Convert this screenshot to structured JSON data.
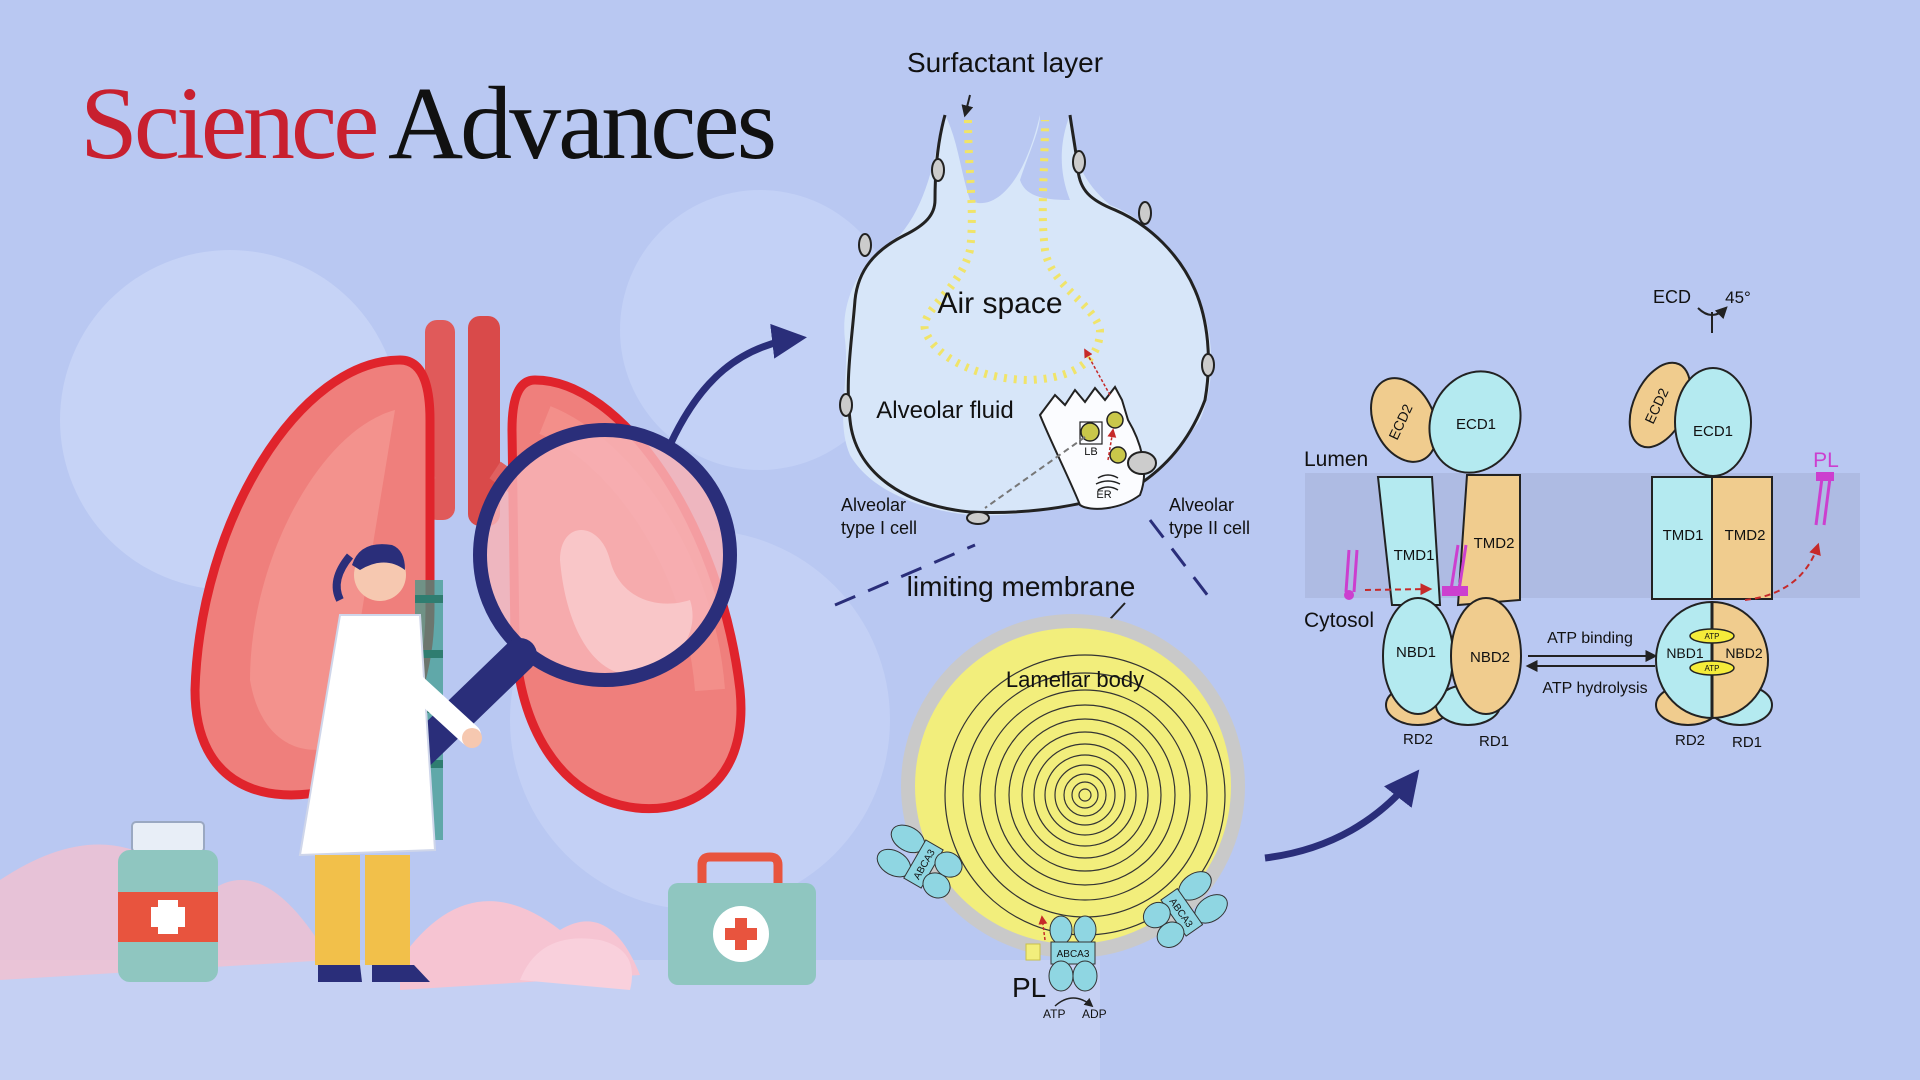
{
  "brand": {
    "word1": "Science",
    "word2": "Advances"
  },
  "colors": {
    "background": "#b9c8f2",
    "accent_red": "#c8202f",
    "arrow_navy": "#2a2e7a",
    "nbd_cyan": "#b4eaf0",
    "tmd_tan": "#f0cc8e",
    "lipid_magenta": "#cc3fcf",
    "lamellar_yellow": "#f2ee7c"
  },
  "alveolus": {
    "surfactant_layer": "Surfactant layer",
    "air_space": "Air space",
    "alveolar_fluid": "Alveolar fluid",
    "lb": "LB",
    "er": "ER",
    "type1_line1": "Alveolar",
    "type1_line2": "type I cell",
    "type2_line1": "Alveolar",
    "type2_line2": "type II cell"
  },
  "lamellar": {
    "limiting_membrane": "limiting membrane",
    "lamellar_body": "Lamellar body",
    "abca3": "ABCA3",
    "pl": "PL",
    "atp": "ATP",
    "adp": "ADP"
  },
  "transporter": {
    "lumen": "Lumen",
    "cytosol": "Cytosol",
    "ecd": "ECD",
    "angle": "45°",
    "ecd1": "ECD1",
    "ecd2": "ECD2",
    "tmd1": "TMD1",
    "tmd2": "TMD2",
    "nbd1": "NBD1",
    "nbd2": "NBD2",
    "rd1": "RD1",
    "rd2": "RD2",
    "atp_binding": "ATP binding",
    "atp_hydrolysis": "ATP hydrolysis",
    "atp": "ATP",
    "pl": "PL"
  },
  "icons": [
    "lungs-illustration",
    "magnifying-glass-icon",
    "doctor-figure",
    "medicine-bottle-icon",
    "first-aid-kit-icon",
    "flow-arrow-icon"
  ]
}
